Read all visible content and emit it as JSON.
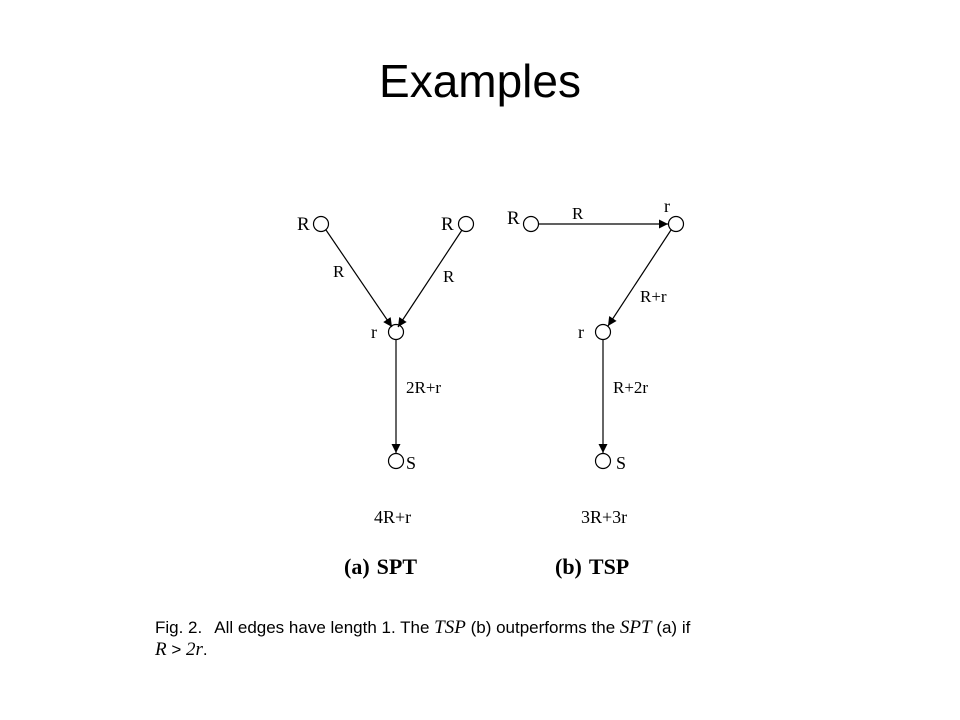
{
  "slide": {
    "title": "Examples"
  },
  "diagram_a": {
    "nodes": {
      "left_source": "R",
      "right_source": "R",
      "relay": "r",
      "sink": "S"
    },
    "edges": {
      "left_to_relay": "R",
      "right_to_relay": "R",
      "relay_to_sink": "2R+r"
    },
    "total": "4R+r",
    "caption_prefix": "(a)",
    "caption_name": "SPT"
  },
  "diagram_b": {
    "nodes": {
      "left_source": "R",
      "top_right": "r",
      "relay": "r",
      "sink": "S"
    },
    "edges": {
      "left_to_top_right": "R",
      "top_right_to_relay": "R+r",
      "relay_to_sink": "R+2r"
    },
    "total": "3R+3r",
    "caption_prefix": "(b)",
    "caption_name": "TSP"
  },
  "figure_caption": {
    "label": "Fig. 2.",
    "text_1": "All edges have length 1. The",
    "term_tsp": "TSP",
    "text_2": "(b) outperforms the",
    "term_spt": "SPT",
    "text_3": "(a) if",
    "cond_lhs": "R",
    "cond_op": ">",
    "cond_rhs": "2r",
    "period": "."
  }
}
